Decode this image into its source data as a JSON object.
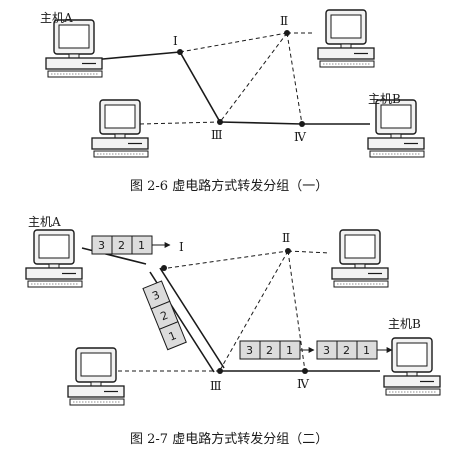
{
  "figure1": {
    "host_a": "主机A",
    "host_b": "主机B",
    "nodes": [
      "Ⅰ",
      "Ⅱ",
      "Ⅲ",
      "Ⅳ"
    ],
    "caption": "图 2-6   虚电路方式转发分组（一）"
  },
  "figure2": {
    "host_a": "主机A",
    "host_b": "主机B",
    "nodes": [
      "Ⅰ",
      "Ⅱ",
      "Ⅲ",
      "Ⅳ"
    ],
    "packet_a": [
      "3",
      "2",
      "1"
    ],
    "packet_vertical": [
      "3",
      "2",
      "1"
    ],
    "packet_bottom_1": [
      "3",
      "2",
      "1"
    ],
    "packet_bottom_2": [
      "3",
      "2",
      "1"
    ],
    "caption": "图 2-7   虚电路方式转发分组（二）"
  },
  "colors": {
    "line": "#1a1a1a",
    "packet_fill": "#dcdcdc",
    "monitor_screen": "#ffffff",
    "body_fill": "#f2f2f2"
  }
}
